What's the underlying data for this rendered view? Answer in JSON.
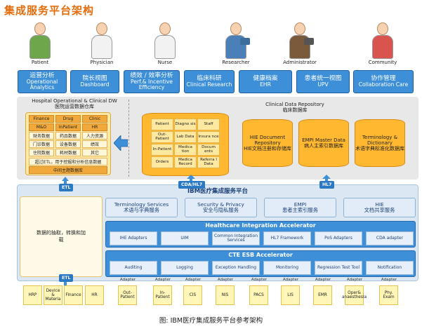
{
  "title": "集成服务平台架构",
  "roles": [
    "Patient",
    "Physician",
    "Nurse",
    "Researcher",
    "Administrator",
    "Community"
  ],
  "top_apps": [
    {
      "zh": "运营分析",
      "en": "Operational Analytics"
    },
    {
      "zh": "院长视图",
      "en": "Dashboard"
    },
    {
      "zh": "绩效 / 效率分析",
      "en": "Perf.& Incentive Efficiency"
    },
    {
      "zh": "临床科研",
      "en": "Clinical Research"
    },
    {
      "zh": "健康档案",
      "en": "EHR"
    },
    {
      "zh": "患者统一视图",
      "en": "UPV"
    },
    {
      "zh": "协作管理",
      "en": "Collaboration Care"
    }
  ],
  "dw": {
    "title_en": "Hospital Operational & Clinical DW",
    "title_zh": "医院运营数据仓库",
    "rows": [
      [
        "Finance",
        "Drug",
        "Clinic"
      ],
      [
        "M&O",
        "InPatient",
        "HR"
      ],
      [
        "财务数据",
        "药品数据",
        "人力资源"
      ],
      [
        "门诊数据",
        "设备数据",
        "绩效"
      ],
      [
        "住院数据",
        "耗材数据",
        "其它"
      ]
    ],
    "etl_row": "超过ETL，用于挖掘和分析信息数据",
    "master_row": "中间主题数据库"
  },
  "cdr": {
    "title_en": "Clinical Data Repository",
    "title_zh": "临床数据库",
    "table": [
      [
        "Patient",
        "Diagno sis",
        "Staff"
      ],
      [
        "Out-Patient",
        "Lab Data",
        "Insura nce"
      ],
      [
        "In-Patient",
        "Medica tion",
        "Docum ents"
      ],
      [
        "Orders",
        "Medica Record",
        "Referra l Data"
      ]
    ],
    "repos": [
      {
        "en": "HIE Document Repository",
        "zh": "HIE文档注册和存储库"
      },
      {
        "en": "EMPI Master Data",
        "zh": "病人主索引数据库"
      },
      {
        "en": "Terminology & Dictionary",
        "zh": "术语字典标准化数据库"
      }
    ]
  },
  "arrows": {
    "cda": "CDA/HL7",
    "hl7": "HL7",
    "etl": "ETL"
  },
  "platform": {
    "title": "IBM医疗集成服务平台",
    "etl_text": "数据的抽取，转换和加载",
    "services": [
      {
        "en": "Terminology Services",
        "zh": "术语与字典服务"
      },
      {
        "en": "Security & Privacy",
        "zh": "安全与隐私服务"
      },
      {
        "en": "EMPI",
        "zh": "患者主索引服务"
      },
      {
        "en": "HIE",
        "zh": "文档共享服务"
      }
    ],
    "hia_title": "Healthcare Integration Accelerator",
    "hia_cells": [
      "IHE Adapters",
      "UIM",
      "Common Integration Services",
      "HL7 Framework",
      "PoS Adapters",
      "CDA adapter"
    ],
    "esb_title": "CTE ESB Accelerator",
    "esb_cells": [
      "Auditing",
      "Logging",
      "Exception Handling",
      "Monitoring",
      "Regression Test Tool",
      "Notification"
    ]
  },
  "adapter_label": "Adapter",
  "sources": [
    "HRP",
    "Device & Materia",
    "Finance",
    "HR",
    "Out-Patient",
    "In-Patient",
    "CIS",
    "NIS",
    "PACS",
    "LIS",
    "EMR",
    "Oper& anaesthesia",
    "Phy. Exam"
  ],
  "caption": "图: IBM医疗集成服务平台参考架构",
  "colors": {
    "title": "#e46c0a",
    "blue": "#3d8fd8",
    "orange": "#ffb830",
    "yellow": "#fff6b8"
  }
}
